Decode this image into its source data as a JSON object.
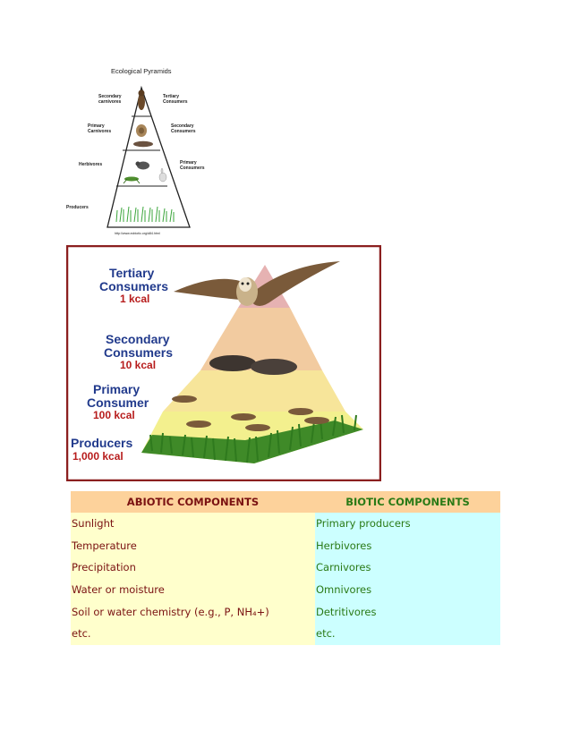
{
  "figure1": {
    "title": "Ecological Pyramids",
    "left_labels": [
      {
        "line1": "Secondary",
        "line2": "carnivores"
      },
      {
        "line1": "Primary",
        "line2": "Carnivores"
      },
      {
        "line1": "Herbivores",
        "line2": ""
      },
      {
        "line1": "Producers",
        "line2": ""
      }
    ],
    "right_labels": [
      {
        "line1": "Tertiary",
        "line2": "Consumers"
      },
      {
        "line1": "Secondary",
        "line2": "Consumers"
      },
      {
        "line1": "Primary",
        "line2": "Consumers"
      }
    ],
    "source_url": "http://www.ecbiotic.org/d84.html"
  },
  "figure2": {
    "levels": [
      {
        "name_line1": "Tertiary",
        "name_line2": "Consumers",
        "energy": "1 kcal"
      },
      {
        "name_line1": "Secondary",
        "name_line2": "Consumers",
        "energy": "10 kcal"
      },
      {
        "name_line1": "Primary",
        "name_line2": "Consumer",
        "energy": "100 kcal"
      },
      {
        "name_line1": "Producers",
        "name_line2": "",
        "energy": "1,000 kcal"
      }
    ],
    "colors": {
      "frame": "#8b1f1f",
      "tier_top": "#e8b7b7",
      "tier_second": "#f2cfa2",
      "tier_third": "#f7e89a",
      "grass": "#3f8a28",
      "label_text": "#213a8c",
      "energy_text": "#b71c1c"
    }
  },
  "table": {
    "headers": {
      "abiotic": "ABIOTIC COMPONENTS",
      "biotic": "BIOTIC COMPONENTS"
    },
    "rows": [
      {
        "abiotic": "Sunlight",
        "biotic": "Primary producers"
      },
      {
        "abiotic": "Temperature",
        "biotic": "Herbivores"
      },
      {
        "abiotic": "Precipitation",
        "biotic": "Carnivores"
      },
      {
        "abiotic": "Water or moisture",
        "biotic": "Omnivores"
      },
      {
        "abiotic": "Soil or water chemistry (e.g., P, NH₄+)",
        "biotic": "Detritivores"
      },
      {
        "abiotic": "etc.",
        "biotic": "etc."
      }
    ],
    "colors": {
      "header_bg": "#fdd29b",
      "abiotic_bg": "#ffffcc",
      "biotic_bg": "#ccffff",
      "abiotic_text": "#7a1212",
      "biotic_text": "#2a7a16"
    }
  }
}
